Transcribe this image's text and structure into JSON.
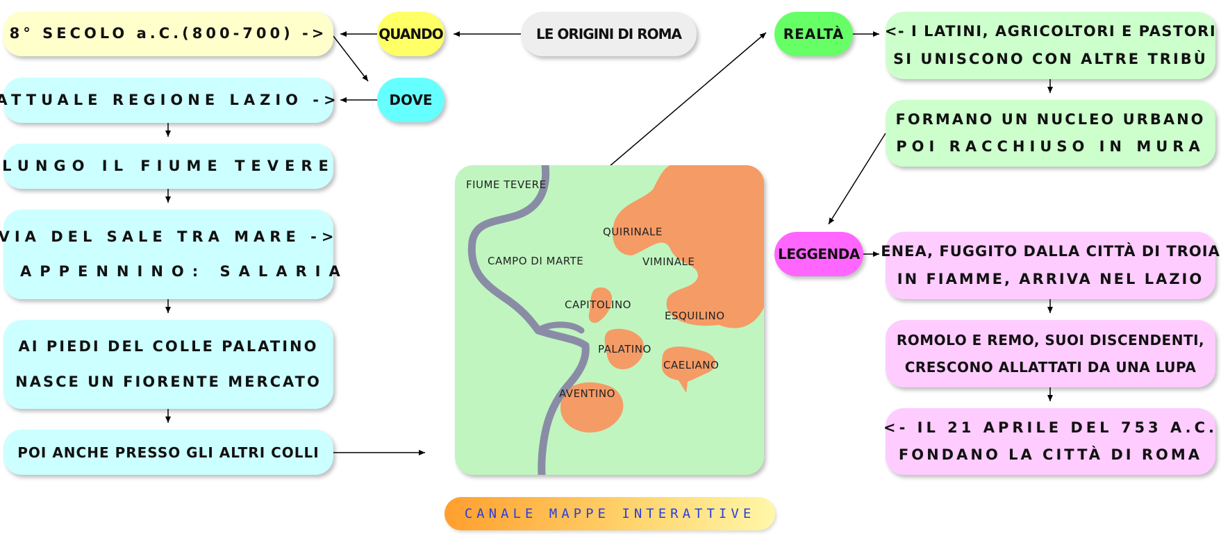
{
  "title_node": "LE ORIGINI DI ROMA",
  "connectors": {
    "quando": "QUANDO",
    "dove": "DOVE",
    "realta": "REALTÀ",
    "leggenda": "LEGGENDA"
  },
  "left_column": {
    "secolo": "8° SECOLO a.C.(800-700) ->",
    "regione": "ATTUALE REGIONE LAZIO ->",
    "tevere": "LUNGO IL FIUME TEVERE",
    "via_sale": [
      "VIA DEL SALE TRA MARE ->",
      "E APPENNINO: SALARIA"
    ],
    "palatino": [
      "AI PIEDI DEL COLLE PALATINO",
      "NASCE UN FIORENTE MERCATO"
    ],
    "colli": "POI ANCHE PRESSO GLI ALTRI COLLI"
  },
  "right_column": {
    "latini": [
      "<- I LATINI, AGRICOLTORI E PASTORI",
      "SI UNISCONO CON ALTRE TRIBÙ"
    ],
    "nucleo": [
      "FORMANO UN NUCLEO URBANO",
      "POI RACCHIUSO IN MURA"
    ],
    "enea": [
      "ENEA, FUGGITO DALLA CITTÀ DI TROIA",
      "IN FIAMME, ARRIVA NEL LAZIO"
    ],
    "romolo": [
      "ROMOLO E REMO, SUOI DISCENDENTI,",
      "CRESCONO ALLATTATI DA UNA LUPA"
    ],
    "fondazione": [
      "<- IL 21 APRILE DEL 753 A.C.",
      "FONDANO LA CITTÀ DI ROMA"
    ]
  },
  "map": {
    "labels": {
      "fiume": "FIUME TEVERE",
      "campo": "CAMPO DI MARTE",
      "quirinale": "QUIRINALE",
      "viminale": "VIMINALE",
      "capitolino": "CAPITOLINO",
      "esquilino": "ESQUILINO",
      "palatino": "PALATINO",
      "caeliano": "CAELIANO",
      "aventino": "AVENTINO"
    }
  },
  "footer": "CANALE MAPPE INTERATTIVE",
  "colors": {
    "yellow_box": "#ffffcc",
    "cyan_box": "#ccffff",
    "green_box": "#ccffcc",
    "pink_box": "#ffccff",
    "quando_pill": "#ffff66",
    "dove_pill": "#66ffff",
    "realta_pill": "#66ff66",
    "leggenda_pill": "#ff66ff",
    "title_pill": "#eeeeee",
    "map_land": "#c0f5c0",
    "map_hills": "#f59b66",
    "map_river": "#8a8ca6",
    "footer_text": "#2a3de0"
  }
}
